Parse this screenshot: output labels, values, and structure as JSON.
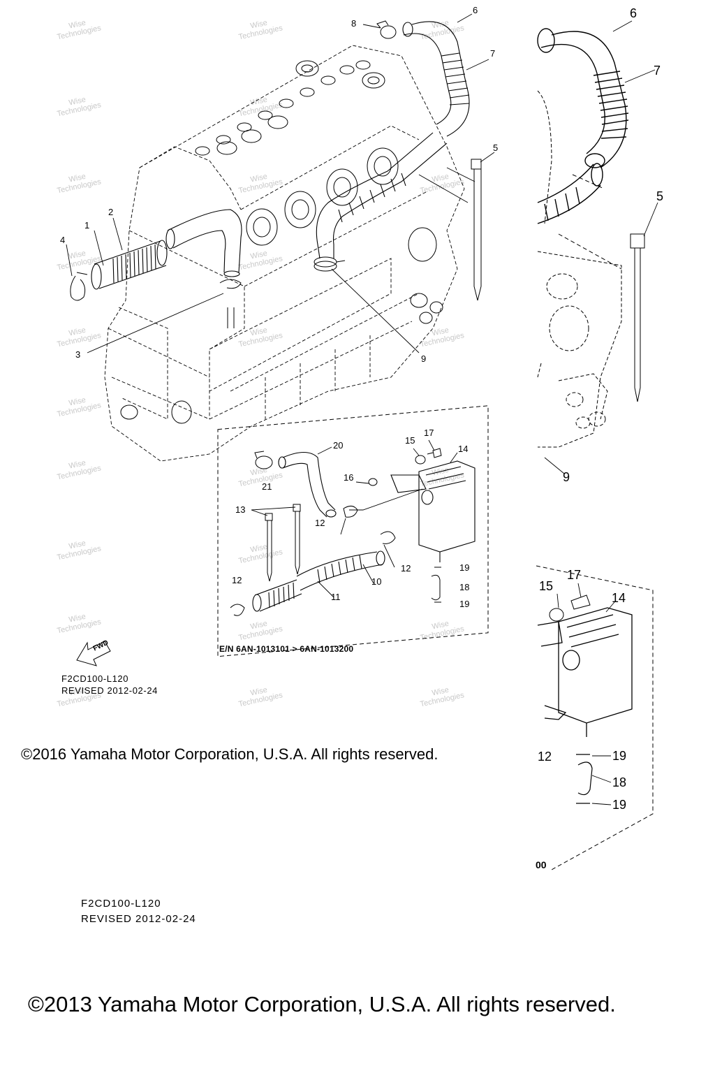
{
  "diagram": {
    "callouts_main": [
      "1",
      "2",
      "3",
      "4",
      "5",
      "6",
      "7",
      "8",
      "9"
    ],
    "callouts_inset": [
      "10",
      "11",
      "12",
      "12",
      "12",
      "13",
      "14",
      "15",
      "16",
      "17",
      "18",
      "19",
      "19",
      "20",
      "21"
    ],
    "callouts_zoom": [
      "5",
      "6",
      "7",
      "9",
      "12",
      "14",
      "15",
      "17",
      "18",
      "19",
      "19"
    ],
    "serial_range": "E/N 6AN-1013101 > 6AN-1013200",
    "serial_range_cut": "00",
    "fwd_arrow_text": "FWD",
    "drawing_code": "F2CD100-L120",
    "revision": "REVISED 2012-02-24",
    "drawing_code_large": "F2CD100-L120",
    "revision_large": "REVISED 2012-02-24",
    "copyright_2016": "©2016 Yamaha Motor Corporation, U.S.A. All rights reserved.",
    "copyright_2013": "©2013 Yamaha Motor Corporation, U.S.A. All rights reserved.",
    "watermark_text": "Wise\nTechnologies"
  }
}
